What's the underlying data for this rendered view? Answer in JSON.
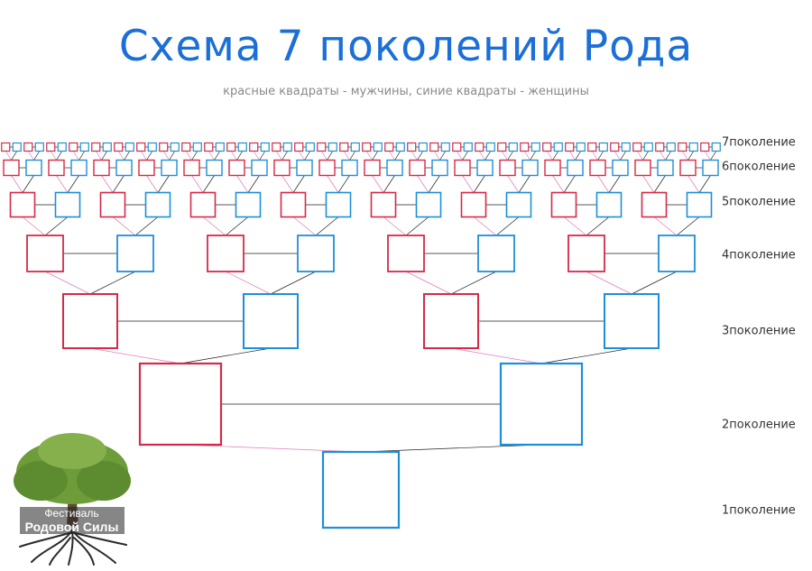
{
  "header": {
    "title": "Схема 7 поколений Рода",
    "subtitle": "красные квадраты - мужчины, синие квадраты - женщины"
  },
  "colors": {
    "male": "#d62a46",
    "female": "#1d8fd8",
    "male_link": "#e07bbd",
    "female_link": "#222222",
    "couple_link": "#222222"
  },
  "tree": {
    "generations": 7
  },
  "generation_labels": [
    {
      "gen": 7,
      "label": "7поколение"
    },
    {
      "gen": 6,
      "label": "6поколение"
    },
    {
      "gen": 5,
      "label": "5поколение"
    },
    {
      "gen": 4,
      "label": "4поколение"
    },
    {
      "gen": 3,
      "label": "3поколение"
    },
    {
      "gen": 2,
      "label": "2поколение"
    },
    {
      "gen": 1,
      "label": "1поколение"
    }
  ],
  "logo": {
    "line1": "Фестиваль",
    "line2": "Родовой Силы",
    "icon": "tree-icon"
  }
}
